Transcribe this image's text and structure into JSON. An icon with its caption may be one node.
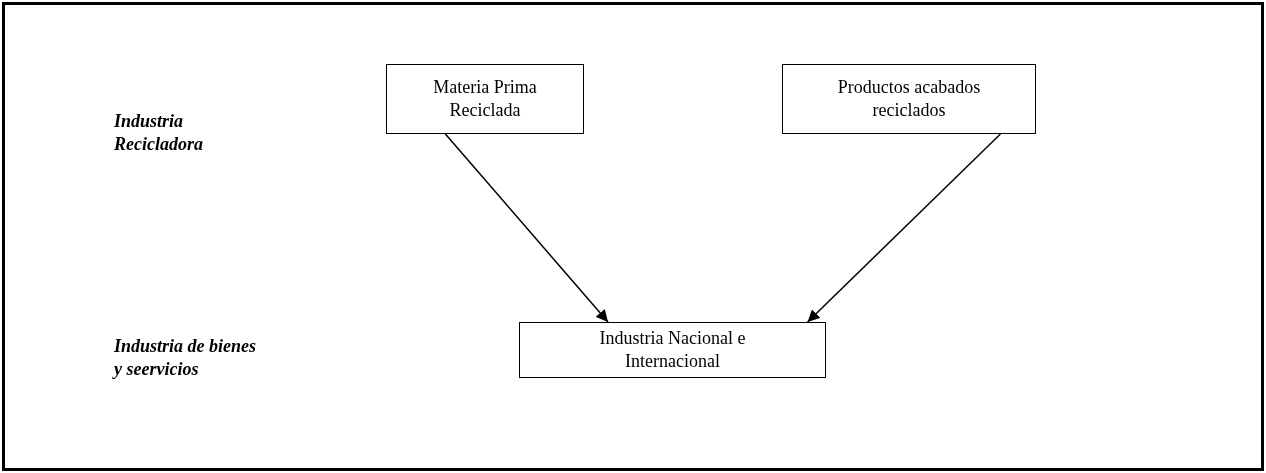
{
  "diagram": {
    "nodes": [
      {
        "text": [
          "Materia Prima Reciclada"
        ]
      },
      {
        "text": [
          "Productos acabados reciclados"
        ]
      },
      {
        "text": [
          "Industria Nacional e Internacional"
        ]
      }
    ],
    "edges": [
      {
        "from": 0,
        "to": 2,
        "arrow": "to"
      },
      {
        "from": 1,
        "to": 2,
        "arrow": "to"
      }
    ],
    "labels": [
      "Industria Recicladora",
      "Industria de bienes y seervicios"
    ]
  }
}
